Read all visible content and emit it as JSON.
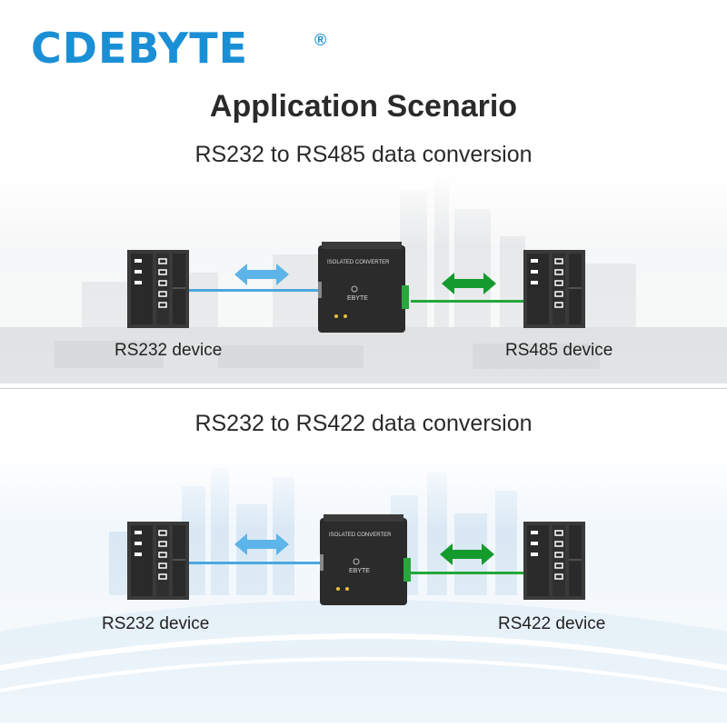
{
  "brand": {
    "name": "CDEBYTE",
    "registered": "®"
  },
  "title": "Application Scenario",
  "scenarios": [
    {
      "heading": "RS232 to RS485 data conversion",
      "left_device": "RS232 device",
      "right_device": "RS485 device"
    },
    {
      "heading": "RS232 to RS422 data conversion",
      "left_device": "RS232 device",
      "right_device": "RS422 device"
    }
  ],
  "converter": {
    "label": "ISOLATED CONVERTER",
    "brand": "EBYTE"
  },
  "colors": {
    "brand": "#1a8fd6",
    "rs232_link": "#4aa8df",
    "rs485_link": "#23a83a",
    "device": "#333333"
  }
}
